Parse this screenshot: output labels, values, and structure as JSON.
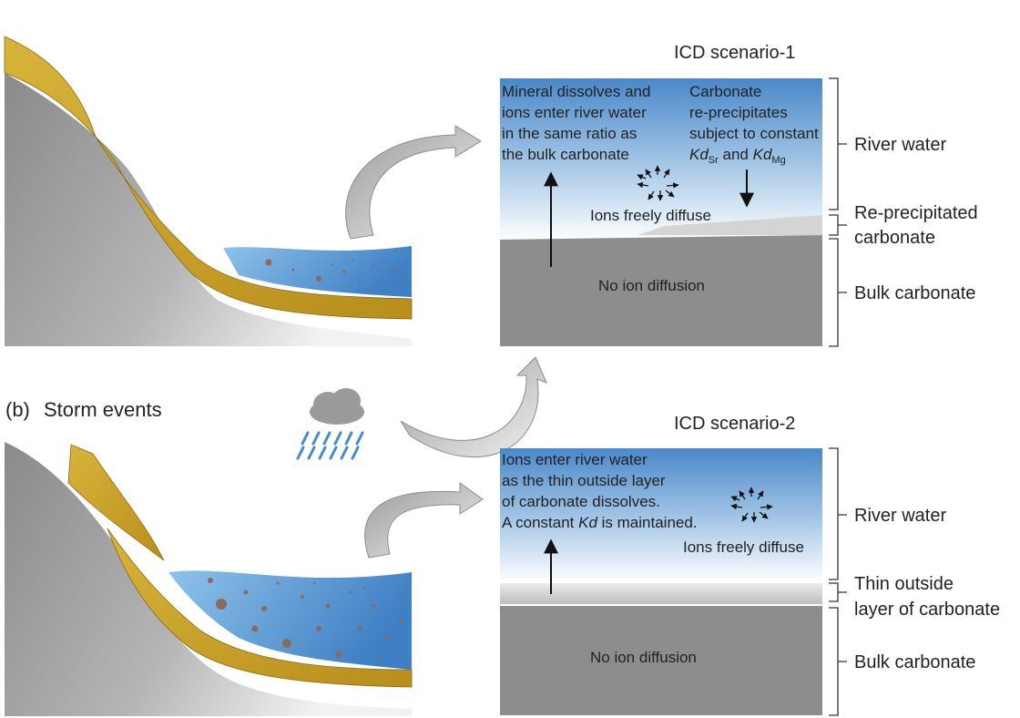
{
  "panel_b_label": "(b)",
  "panel_b_title": "Storm events",
  "scenario1": {
    "title": "ICD scenario-1",
    "text_left": [
      "Mineral dissolves and",
      "ions enter river water",
      "in the same ratio as",
      "the bulk carbonate"
    ],
    "text_right": [
      "Carbonate",
      "re-precipitates",
      "subject to constant"
    ],
    "kd_prefix": "Kd",
    "kd_sr_sub": "Sr",
    "kd_and": " and ",
    "kd_mg_sub": "Mg",
    "ions_diffuse": "Ions freely diffuse",
    "no_diffusion": "No ion diffusion",
    "label_river": "River water",
    "label_reprecip": [
      "Re-precipitated",
      "carbonate"
    ],
    "label_bulk": "Bulk carbonate"
  },
  "scenario2": {
    "title": "ICD scenario-2",
    "text_lines": [
      "Ions enter river water",
      "as the thin outside layer",
      "of carbonate dissolves."
    ],
    "kd_line_prefix": "A constant ",
    "kd_word": "Kd",
    "kd_line_suffix": " is maintained.",
    "ions_diffuse": "Ions freely diffuse",
    "no_diffusion": "No ion diffusion",
    "label_river": "River water",
    "label_thin": [
      "Thin outside",
      "layer of carbonate"
    ],
    "label_bulk": "Bulk carbonate"
  },
  "colors": {
    "water_top": "#4a88c9",
    "water_bottom": "#ffffff",
    "bulk_gray": "#8c8c8c",
    "sediment_gold": "#c9a226",
    "reprecip_gray": "#d6d6d6"
  },
  "icons": [
    "rain-cloud-icon",
    "curved-arrow-icon"
  ]
}
